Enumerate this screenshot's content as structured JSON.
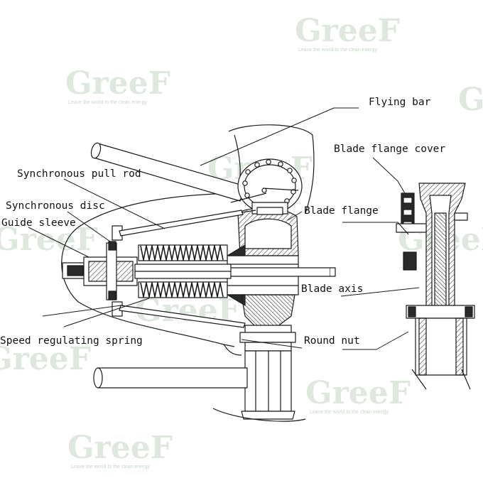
{
  "watermark": {
    "brand": "GreeF",
    "tagline": "Leave the world to the clean energy",
    "color": "#d9e3d9"
  },
  "labels": {
    "flying_bar": "Flying bar",
    "blade_flange_cover": "Blade flange cover",
    "synchronous_pull_rod": "Synchronous pull rod",
    "synchronous_disc": "Synchronous disc",
    "guide_sleeve": "Guide sleeve",
    "blade_flange": "Blade flange",
    "blade_axis": "Blade axis",
    "speed_regulating_spring": "Speed regulating spring",
    "round_nut": "Round nut"
  },
  "colors": {
    "ink": "#1a1a1a",
    "fill_dark": "#2a2a2a",
    "hatch": "#6b6b6b"
  }
}
